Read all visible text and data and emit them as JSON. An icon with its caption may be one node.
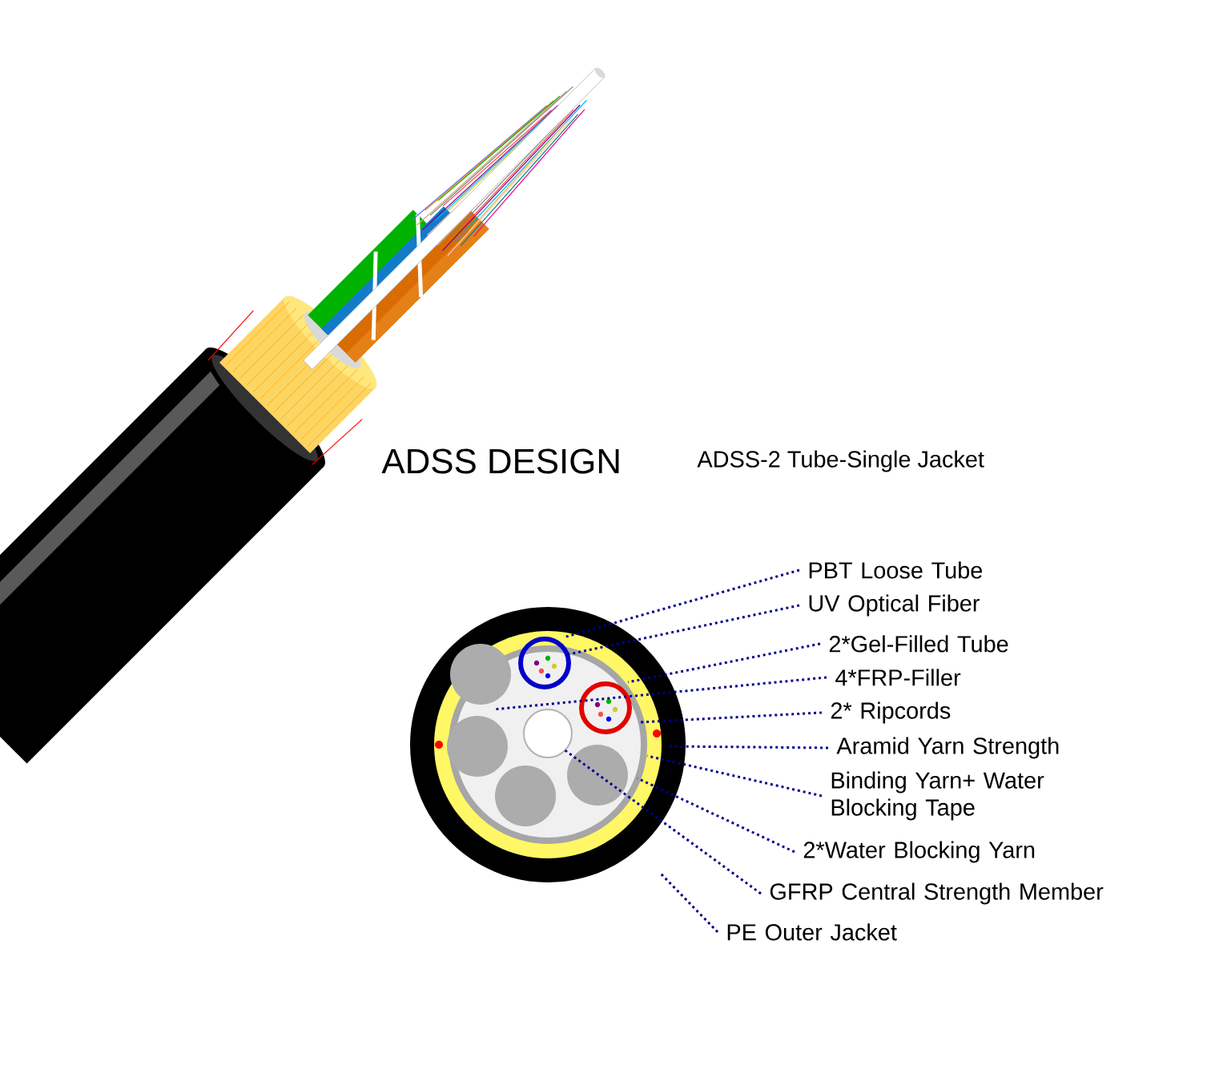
{
  "diagram": {
    "title": "ADSS DESIGN",
    "nodes": [
      {
        "text": [
          "PBT Loose Tube"
        ]
      },
      {
        "text": [
          "UV Optical Fiber"
        ]
      },
      {
        "text": [
          "2*Gel-Filled Tube"
        ]
      },
      {
        "text": [
          "4*FRP-Filler"
        ]
      },
      {
        "text": [
          "2* Ripcords"
        ]
      },
      {
        "text": [
          "Aramid Yarn Strength"
        ]
      },
      {
        "text": [
          "Binding Yarn+ Water Blocking Tape"
        ]
      },
      {
        "text": [
          "2*Water Blocking Yarn"
        ]
      },
      {
        "text": [
          "GFRP Central Strength Member"
        ]
      },
      {
        "text": [
          "PE Outer Jacket"
        ]
      }
    ],
    "edges": [
      {
        "from": 0,
        "to": null,
        "arrow": "none"
      },
      {
        "from": 1,
        "to": null,
        "arrow": "none"
      },
      {
        "from": 2,
        "to": null,
        "arrow": "none"
      },
      {
        "from": 3,
        "to": null,
        "arrow": "none"
      },
      {
        "from": 4,
        "to": null,
        "arrow": "none"
      },
      {
        "from": 5,
        "to": null,
        "arrow": "none"
      },
      {
        "from": 6,
        "to": null,
        "arrow": "none"
      },
      {
        "from": 7,
        "to": null,
        "arrow": "none"
      },
      {
        "from": 8,
        "to": null,
        "arrow": "none"
      },
      {
        "from": 9,
        "to": null,
        "arrow": "none"
      }
    ],
    "labels": [
      "ADSS-2 Tube-Single Jacket"
    ]
  }
}
